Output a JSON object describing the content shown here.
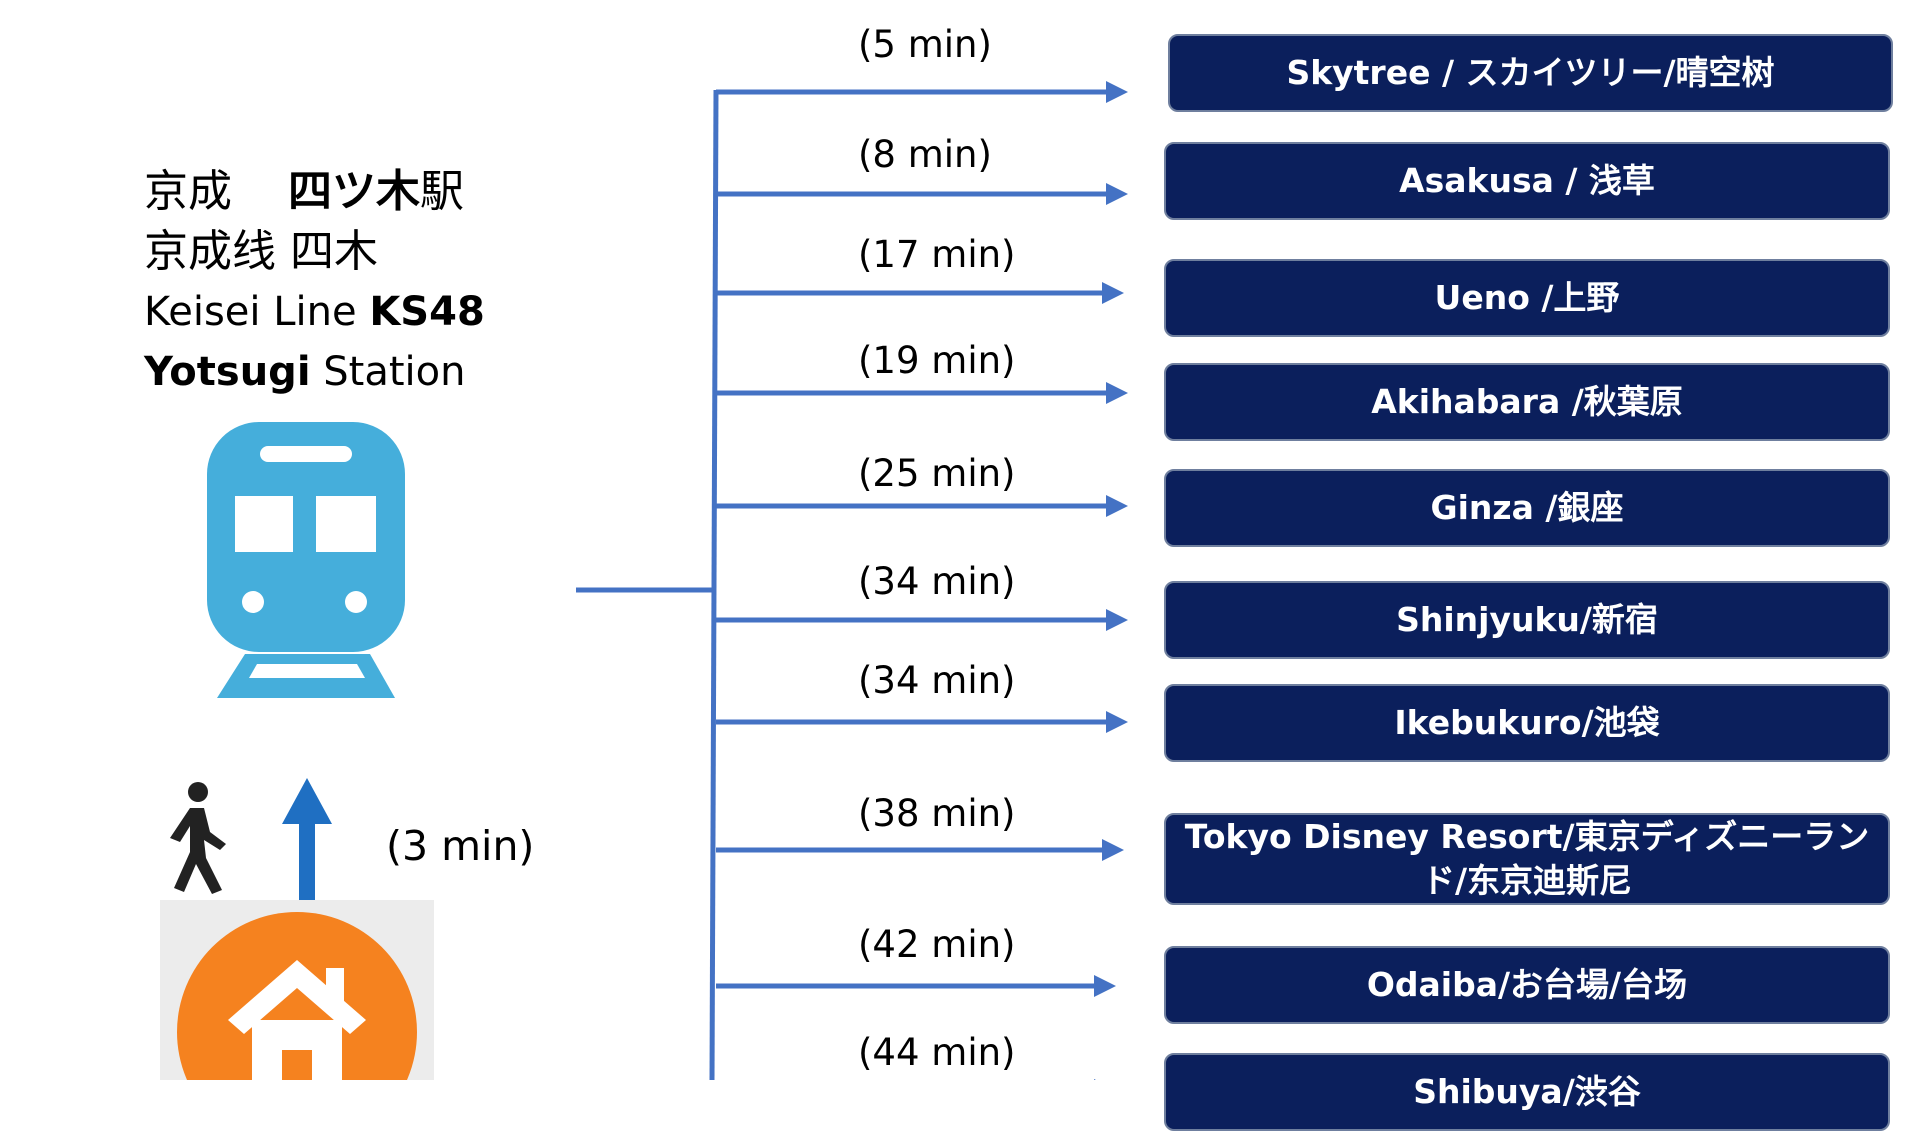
{
  "station": {
    "line1_company": "京成",
    "line1_station_bold": "四ツ木",
    "line1_suffix": "駅",
    "line2": "京成线 四木",
    "line3_prefix": "Keisei Line ",
    "line3_code": "KS48",
    "line4_name": "Yotsugi",
    "line4_suffix": " Station"
  },
  "walk": {
    "time": "(3 min)"
  },
  "colors": {
    "connector": "#4472c4",
    "destination_box": "#0b1f5c",
    "train_icon": "#45aedb",
    "walk_arrow": "#1f6fc2",
    "home_icon": "#f5821f"
  },
  "icons": {
    "train": "train-icon",
    "walker": "walking-person-icon",
    "arrow": "up-arrow-icon",
    "home": "home-icon"
  },
  "destinations": [
    {
      "time": "(5 min)",
      "name": "Skytree / スカイツリー/晴空树"
    },
    {
      "time": "(8 min)",
      "name": "Asakusa / 浅草"
    },
    {
      "time": "(17 min)",
      "name": "Ueno /上野"
    },
    {
      "time": "(19 min)",
      "name": "Akihabara /秋葉原"
    },
    {
      "time": "(25 min)",
      "name": "Ginza /銀座"
    },
    {
      "time": "(34 min)",
      "name": "Shinjyuku/新宿"
    },
    {
      "time": "(34 min)",
      "name": "Ikebukuro/池袋"
    },
    {
      "time": "(38 min)",
      "name": "Tokyo Disney Resort/東京ディズニーランド/东京迪斯尼"
    },
    {
      "time": "(42 min)",
      "name": "Odaiba/お台場/台场"
    },
    {
      "time": "(44 min)",
      "name": "Shibuya/渋谷"
    }
  ]
}
